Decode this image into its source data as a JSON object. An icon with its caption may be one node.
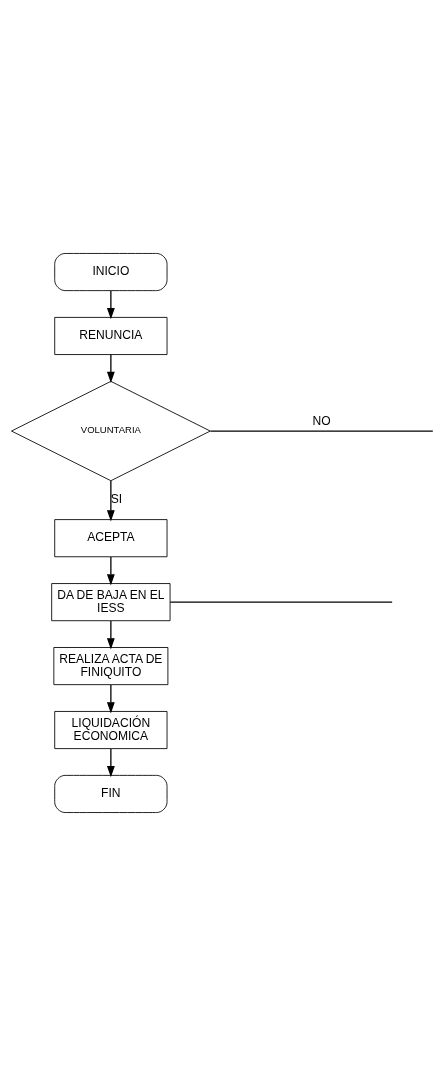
{
  "diagram": {
    "nodes": [
      {
        "text": [
          "INICIO"
        ]
      },
      {
        "text": [
          "RENUNCIA"
        ]
      },
      {
        "text": [
          "VOLUNTARIA"
        ]
      },
      {
        "text": [
          "ACEPTA"
        ]
      },
      {
        "text": [
          "DA DE BAJA EN EL IESS"
        ]
      },
      {
        "text": [
          "REALIZA ACTA DE FINIQUITO"
        ]
      },
      {
        "text": [
          "LIQUIDACIÓN ECONOMICA"
        ]
      },
      {
        "text": [
          "FIN"
        ]
      }
    ],
    "edges": [
      {
        "from": 0,
        "to": 1,
        "arrow": "to"
      },
      {
        "from": 1,
        "to": 2,
        "arrow": "to"
      },
      {
        "from": 2,
        "to": 3,
        "arrow": "to",
        "label": "SI"
      },
      {
        "from": 3,
        "to": 4,
        "arrow": "to"
      },
      {
        "from": 4,
        "to": 5,
        "arrow": "to"
      },
      {
        "from": 5,
        "to": 6,
        "arrow": "to"
      },
      {
        "from": 6,
        "to": 7,
        "arrow": "to"
      },
      {
        "from": 2,
        "to": null,
        "arrow": "none",
        "label": "NO"
      },
      {
        "from": 4,
        "to": null,
        "arrow": "none"
      }
    ]
  }
}
